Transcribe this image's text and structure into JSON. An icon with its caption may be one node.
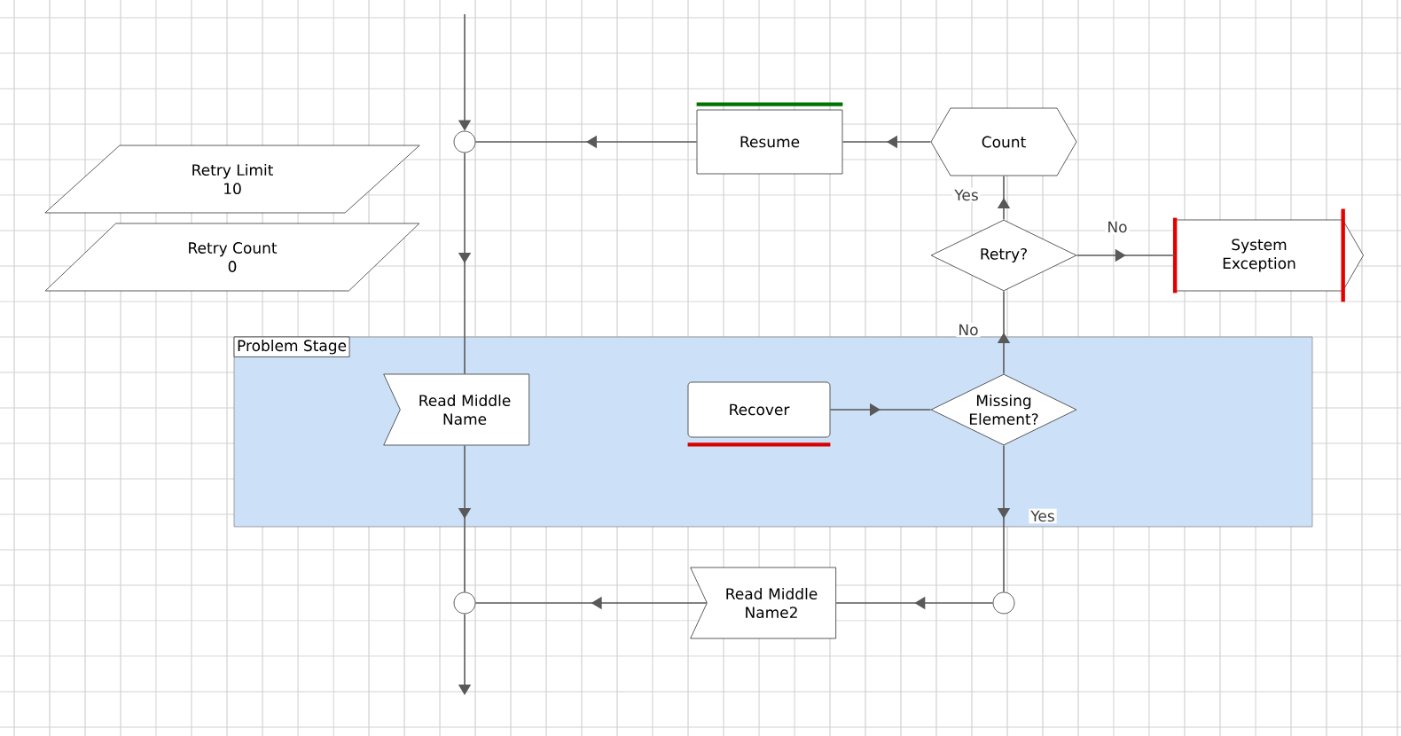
{
  "diagram": {
    "nodes": [
      {
        "text": [
          "Retry Limit",
          "10"
        ]
      },
      {
        "text": [
          "Retry Count",
          "0"
        ]
      },
      {
        "text": [
          "Problem Stage"
        ]
      },
      {
        "text": [
          "Read Middle Name"
        ],
        "in": 2
      },
      {
        "text": [
          "Recover"
        ],
        "in": 2
      },
      {
        "text": [
          "Missing Element?"
        ],
        "in": 2
      },
      {
        "text": [
          "Resume"
        ]
      },
      {
        "text": [
          "Count"
        ]
      },
      {
        "text": [
          "Retry?"
        ]
      },
      {
        "text": [
          "System Exception"
        ]
      },
      {
        "text": [
          "Read Middle Name2"
        ]
      },
      {
        "text": [],
        "shape": "circle"
      },
      {
        "text": [],
        "shape": "circle"
      },
      {
        "text": [],
        "shape": "circle"
      }
    ],
    "edges": [
      {
        "from": null,
        "to": 11,
        "arrow": "to"
      },
      {
        "from": 11,
        "to": 3,
        "arrow": "to"
      },
      {
        "from": 3,
        "to": 12,
        "arrow": "to"
      },
      {
        "from": 12,
        "to": null,
        "arrow": "to"
      },
      {
        "from": 6,
        "to": 11,
        "arrow": "to"
      },
      {
        "from": 7,
        "to": 6,
        "arrow": "to"
      },
      {
        "from": 8,
        "to": 7,
        "arrow": "to",
        "label": "Yes"
      },
      {
        "from": 8,
        "to": 9,
        "arrow": "to",
        "label": "No"
      },
      {
        "from": 5,
        "to": 8,
        "arrow": "to",
        "label": "No"
      },
      {
        "from": 4,
        "to": 5,
        "arrow": "to"
      },
      {
        "from": 5,
        "to": 13,
        "arrow": "to",
        "label": "Yes"
      },
      {
        "from": 13,
        "to": 10,
        "arrow": "to"
      },
      {
        "from": 10,
        "to": 12,
        "arrow": "to"
      }
    ]
  }
}
